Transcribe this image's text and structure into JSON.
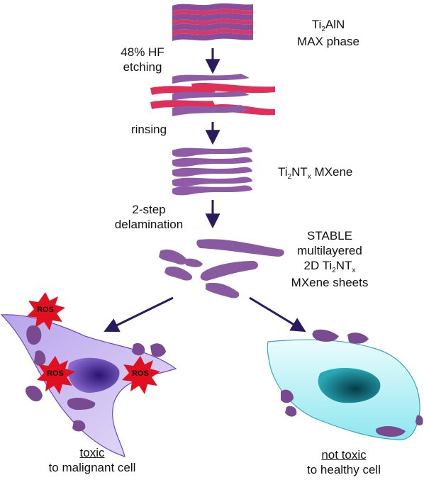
{
  "labels": {
    "max_phase": {
      "line1_pre": "Ti",
      "line1_sub": "2",
      "line1_post": "AlN",
      "line2": "MAX phase"
    },
    "etching": {
      "line1": "48% HF",
      "line2": "etching"
    },
    "rinsing": "rinsing",
    "mxene": {
      "pre": "Ti",
      "sub": "2",
      "mid": "NT",
      "sub2": "x",
      "post": " MXene"
    },
    "delamination": {
      "line1": "2-step",
      "line2": "delamination"
    },
    "sheets": {
      "line1": "STABLE",
      "line2": "multilayered",
      "line3_pre": "2D Ti",
      "line3_sub": "2",
      "line3_mid": "NT",
      "line3_sub2": "x",
      "line4": "MXene sheets"
    },
    "toxic": {
      "word": "toxic",
      "line2": "to malignant cell"
    },
    "not_toxic": {
      "word": "not toxic",
      "line2": "to healthy cell"
    },
    "ros": "ROS"
  },
  "colors": {
    "sheet_purple": "#7b4a8e",
    "sheet_top": "#9a6aad",
    "interlayer_red": "#e0305a",
    "arrow": "#2a1a5e",
    "malignant_cell": "#c9b8ef",
    "malignant_nucleus": "#5a3aa0",
    "healthy_cell": "#b9f2f6",
    "healthy_nucleus": "#137a8a",
    "ros_star": "#e01020"
  }
}
